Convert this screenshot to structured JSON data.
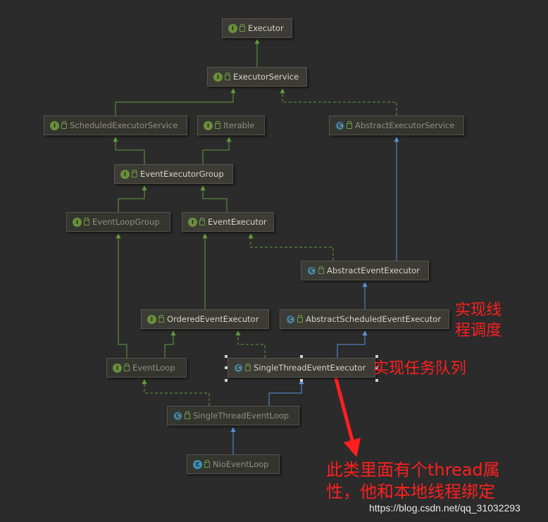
{
  "nodes": [
    {
      "key": "executor",
      "label": "Executor",
      "badge": "I",
      "kind": "interface"
    },
    {
      "key": "executorService",
      "label": "ExecutorService",
      "badge": "I",
      "kind": "interface"
    },
    {
      "key": "scheduledExecutorService",
      "label": "ScheduledExecutorService",
      "badge": "I",
      "kind": "interface"
    },
    {
      "key": "iterable",
      "label": "Iterable",
      "badge": "I",
      "kind": "interface"
    },
    {
      "key": "abstractExecutorService",
      "label": "AbstractExecutorService",
      "badge": "C",
      "kind": "abstract-class"
    },
    {
      "key": "eventExecutorGroup",
      "label": "EventExecutorGroup",
      "badge": "I",
      "kind": "interface"
    },
    {
      "key": "eventLoopGroup",
      "label": "EventLoopGroup",
      "badge": "I",
      "kind": "interface"
    },
    {
      "key": "eventExecutor",
      "label": "EventExecutor",
      "badge": "I",
      "kind": "interface"
    },
    {
      "key": "abstractEventExecutor",
      "label": "AbstractEventExecutor",
      "badge": "C",
      "kind": "abstract-class"
    },
    {
      "key": "orderedEventExecutor",
      "label": "OrderedEventExecutor",
      "badge": "I",
      "kind": "interface"
    },
    {
      "key": "abstractScheduledEventExecutor",
      "label": "AbstractScheduledEventExecutor",
      "badge": "C",
      "kind": "abstract-class"
    },
    {
      "key": "eventLoop",
      "label": "EventLoop",
      "badge": "I",
      "kind": "interface"
    },
    {
      "key": "singleThreadEventExecutor",
      "label": "SingleThreadEventExecutor",
      "badge": "C",
      "kind": "abstract-class",
      "selected": true
    },
    {
      "key": "singleThreadEventLoop",
      "label": "SingleThreadEventLoop",
      "badge": "C",
      "kind": "abstract-class"
    },
    {
      "key": "nioEventLoop",
      "label": "NioEventLoop",
      "badge": "C",
      "kind": "class"
    }
  ],
  "annotations": {
    "scheduling_line1": "实现线",
    "scheduling_line2": "程调度",
    "task_queue": "实现任务队列",
    "thread_line1": "此类里面有个thread属",
    "thread_line2": "性，他和本地线程绑定"
  },
  "watermark": "https://blog.csdn.net/qq_31032293",
  "colors": {
    "background": "#2b2b2b",
    "extends_edge": "#5f9e3f",
    "class_extends_edge": "#5b92d8",
    "annotation": "#ff1f1f"
  }
}
